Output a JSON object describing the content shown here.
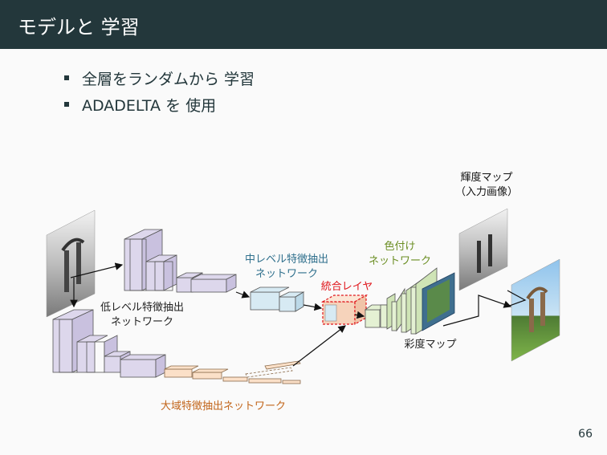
{
  "slide": {
    "title": "モデルと 学習",
    "bullets": [
      "全層をランダムから 学習",
      "ADADELTA を 使用"
    ],
    "page_number": "66"
  },
  "diagram": {
    "luminance_map_line1": "輝度マップ",
    "luminance_map_line2": "（入力画像）",
    "low_level_line1": "低レベル特徴抽出",
    "low_level_line2": "ネットワーク",
    "mid_level_line1": "中レベル特徴抽出",
    "mid_level_line2": "ネットワーク",
    "fusion_layer": "統合レイヤ",
    "colorization_line1": "色付け",
    "colorization_line2": "ネットワーク",
    "chrominance_map": "彩度マップ",
    "global_features": "大域特徴抽出ネットワーク"
  },
  "colors": {
    "title_bar": "#23373b",
    "low_level_blocks": "#ddd7ec",
    "mid_level_blocks": "#d7eaf3",
    "fusion_outline": "#e0161c",
    "fusion_fill": "#f6d3bb",
    "colorization_blocks": "#e4f1d3",
    "global_blocks": "#fbe0c8",
    "mid_label": "#2e6f8c",
    "color_label": "#6b8e23",
    "global_label": "#c2651a"
  }
}
